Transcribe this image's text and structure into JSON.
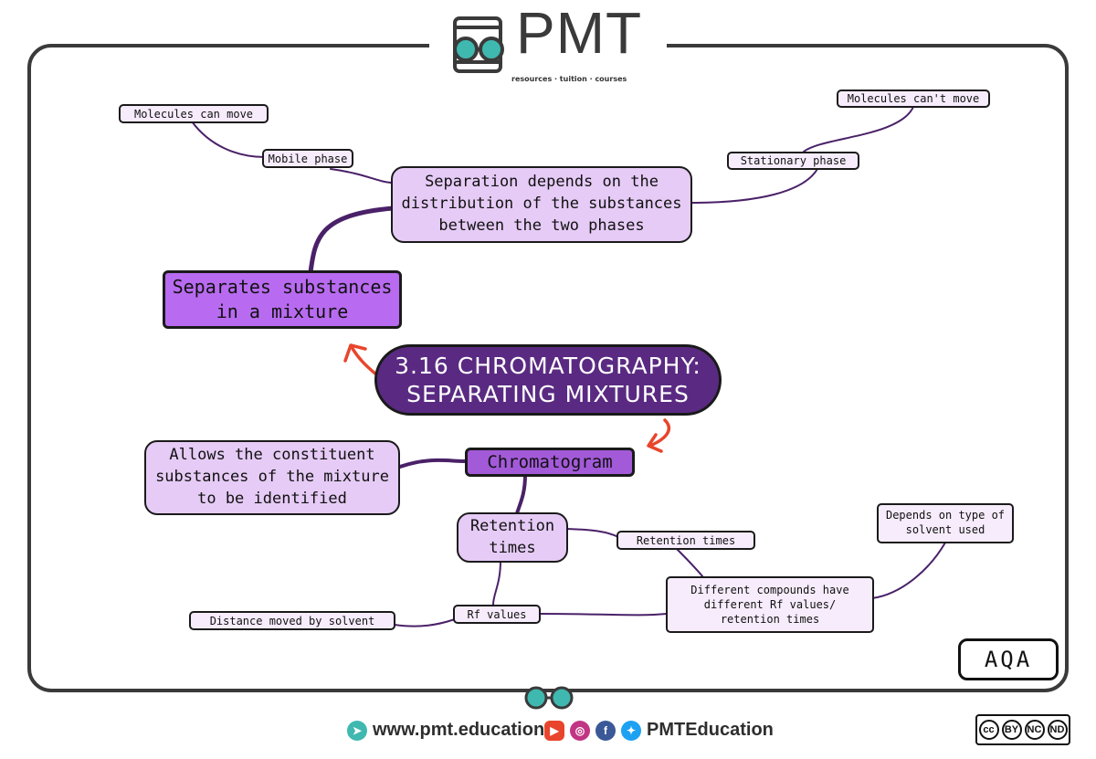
{
  "logo": {
    "title": "PMT",
    "subtitle": "resources · tuition · courses"
  },
  "center": {
    "line1": "3.16 CHROMATOGRAPHY:",
    "line2": "SEPARATING MIXTURES"
  },
  "nodes": {
    "separates_line1": "Separates substances",
    "separates_line2": "in a mixture",
    "separation_line1": "Separation depends on the",
    "separation_line2": "distribution of the substances",
    "separation_line3": "between the two phases",
    "mobile_phase": "Mobile phase",
    "molecules_can_move": "Molecules can move",
    "stationary_phase": "Stationary phase",
    "molecules_cant_move": "Molecules can't move",
    "chromatogram": "Chromatogram",
    "allows_line1": "Allows the constituent",
    "allows_line2": "substances of the mixture",
    "allows_line3": "to be identified",
    "retention_line1": "Retention",
    "retention_line2": "times",
    "retention_times_small": "Retention times",
    "rf_values": "Rf values",
    "distance_moved": "Distance moved by solvent",
    "different_line1": "Different compounds have",
    "different_line2": "different Rf values/",
    "different_line3": "retention times",
    "depends_line1": "Depends on type of",
    "depends_line2": "solvent used"
  },
  "board": "AQA",
  "footer": {
    "website": "www.pmt.education",
    "social": "PMTEducation"
  },
  "license": [
    "cc",
    "BY",
    "NC",
    "ND"
  ],
  "colors": {
    "center": "#5a2a82",
    "dark_node": "#b86bf0",
    "mid_node": "#e6cbf6",
    "small_node": "#f6ecfb",
    "arrow": "#e8452c",
    "connector": "#4a2168"
  }
}
